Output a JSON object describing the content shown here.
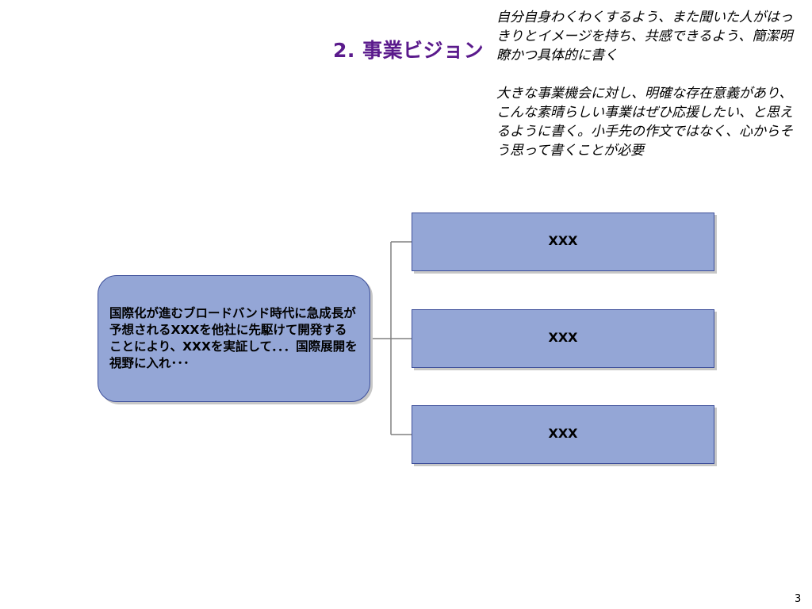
{
  "slide": {
    "title": "2. 事業ビジョン",
    "guidance_1": "自分自身わくわくするよう、また聞いた人がはっきりとイメージを持ち、共感できるよう、簡潔明瞭かつ具体的に書く",
    "guidance_2": "大きな事業機会に対し、明確な存在意義があり、こんな素晴らしい事業はぜひ応援したい、と思えるように書く。小手先の作文ではなく、心からそう思って書くことが必要",
    "page_number": "3"
  },
  "diagram": {
    "vision_text": "国際化が進むブロードバンド時代に急成長が予想されるXXXを他社に先駆けて開発することにより、XXXを実証して．．．国際展開を視野に入れ･･･",
    "branches": [
      "XXX",
      "XXX",
      "XXX"
    ]
  },
  "colors": {
    "title": "#5a1a8c",
    "box_fill": "#94a6d6",
    "box_border": "#3d4f9a",
    "connector": "#808080"
  }
}
